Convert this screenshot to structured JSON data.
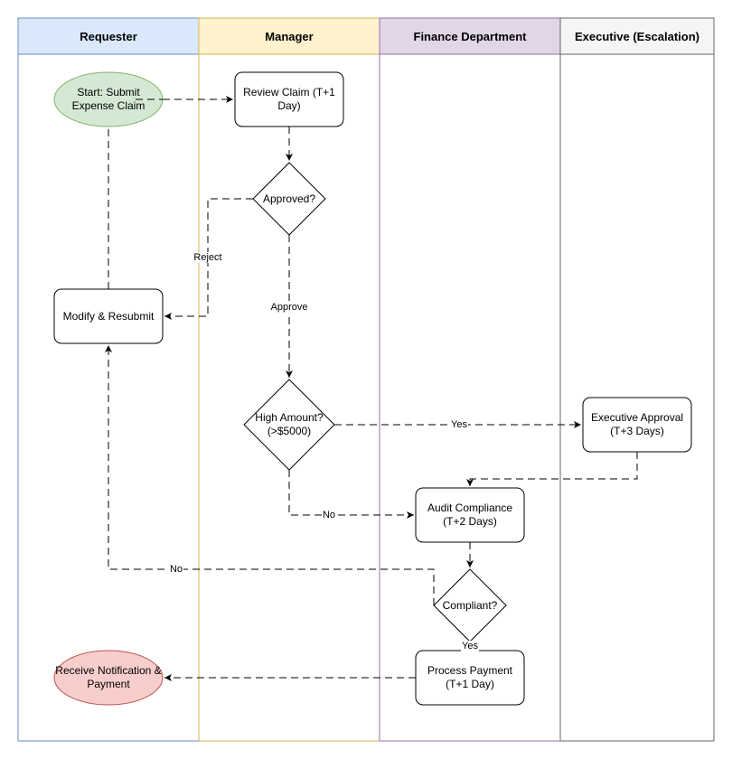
{
  "lanes": [
    {
      "label": "Requester",
      "fill": "#dae8fc",
      "stroke": "#6c8ebf"
    },
    {
      "label": "Manager",
      "fill": "#fff2cc",
      "stroke": "#d6b656"
    },
    {
      "label": "Finance Department",
      "fill": "#e1d5e7",
      "stroke": "#9673a6"
    },
    {
      "label": "Executive (Escalation)",
      "fill": "#f5f5f5",
      "stroke": "#666666"
    }
  ],
  "nodes": {
    "start": {
      "label": "Start: Submit Expense Claim",
      "shape": "ellipse",
      "fill": "#d5e8d4",
      "stroke": "#82b366"
    },
    "review": {
      "label": "Review Claim (T+1 Day)",
      "shape": "rounded-rect"
    },
    "approved": {
      "label": "Approved?",
      "shape": "diamond"
    },
    "modify": {
      "label": "Modify & Resubmit",
      "shape": "rounded-rect"
    },
    "high_amount": {
      "label": "High Amount? (>$5000)",
      "shape": "diamond"
    },
    "exec_approval": {
      "label": "Executive Approval (T+3 Days)",
      "shape": "rounded-rect"
    },
    "audit": {
      "label": "Audit Compliance (T+2 Days)",
      "shape": "rounded-rect"
    },
    "compliant": {
      "label": "Compliant?",
      "shape": "diamond"
    },
    "payment": {
      "label": "Process Payment (T+1 Day)",
      "shape": "rounded-rect"
    },
    "receive": {
      "label": "Receive Notification & Payment",
      "shape": "ellipse",
      "fill": "#f8cecc",
      "stroke": "#b85450"
    }
  },
  "edges": {
    "reject": "Reject",
    "approve": "Approve",
    "yes_exec": "Yes",
    "no_audit": "No",
    "no_modify": "No",
    "yes_payment": "Yes"
  }
}
